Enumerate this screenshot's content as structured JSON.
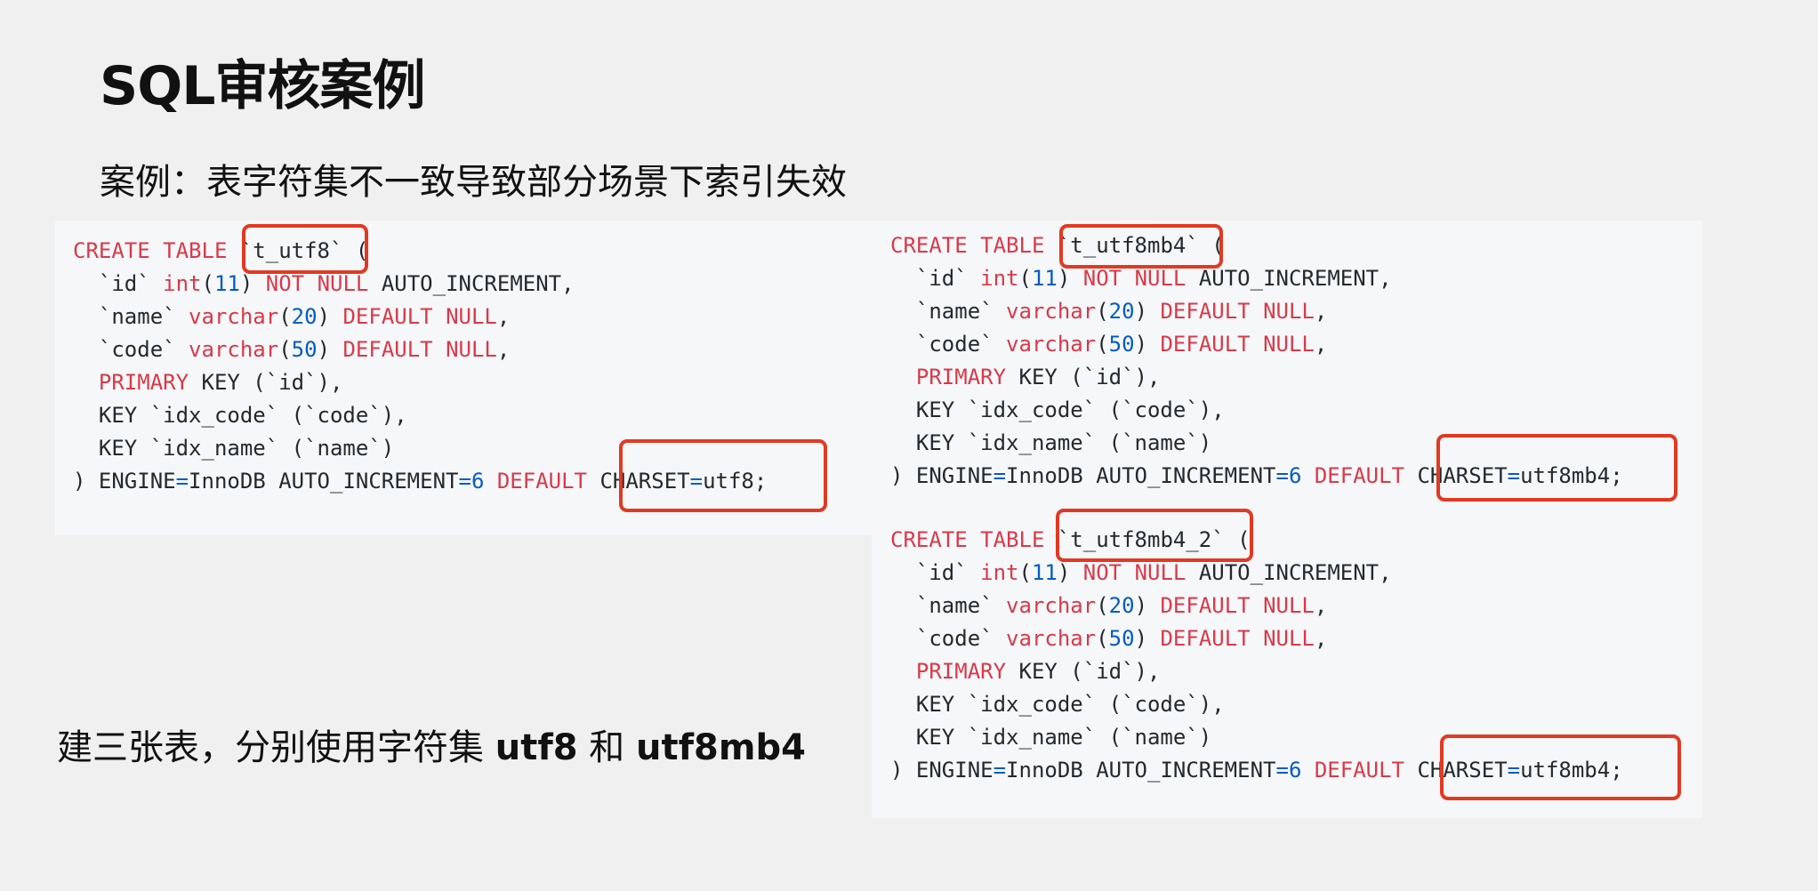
{
  "slide": {
    "title": "SQL审核案例",
    "subtitle": "案例：表字符集不一致导致部分场景下索引失效",
    "note": {
      "prefix": "建三张表，分别使用字符集 ",
      "charset_a": "utf8",
      "join": " 和 ",
      "charset_b": "utf8mb4"
    }
  },
  "code_blocks": [
    {
      "table_name": "`t_utf8`",
      "charset": "utf8",
      "lines": {
        "kw_create": "CREATE TABLE",
        "open": " (",
        "id_col": "  `id` ",
        "id_type": "int",
        "id_len": "11",
        "id_notnull": "NOT NULL",
        "id_rest": " AUTO_INCREMENT,",
        "name_col": "  `name` ",
        "name_type": "varchar",
        "name_len": "20",
        "name_default": "DEFAULT NULL",
        "code_col": "  `code` ",
        "code_type": "varchar",
        "code_len": "50",
        "code_default": "DEFAULT NULL",
        "pk_kw": "PRIMARY",
        "pk_rest": " KEY (`id`),",
        "key_code": "  KEY `idx_code` (`code`),",
        "key_name": "  KEY `idx_name` (`name`)",
        "engine_pre": ") ENGINE",
        "engine_val": "InnoDB AUTO_INCREMENT",
        "auto_val": "6",
        "default_kw": "DEFAULT",
        "charset_kw": "CHARSET"
      }
    },
    {
      "table_name": "`t_utf8mb4`",
      "charset": "utf8mb4",
      "lines": {
        "kw_create": "CREATE TABLE",
        "open": " (",
        "id_col": "  `id` ",
        "id_type": "int",
        "id_len": "11",
        "id_notnull": "NOT NULL",
        "id_rest": " AUTO_INCREMENT,",
        "name_col": "  `name` ",
        "name_type": "varchar",
        "name_len": "20",
        "name_default": "DEFAULT NULL",
        "code_col": "  `code` ",
        "code_type": "varchar",
        "code_len": "50",
        "code_default": "DEFAULT NULL",
        "pk_kw": "PRIMARY",
        "pk_rest": " KEY (`id`),",
        "key_code": "  KEY `idx_code` (`code`),",
        "key_name": "  KEY `idx_name` (`name`)",
        "engine_pre": ") ENGINE",
        "engine_val": "InnoDB AUTO_INCREMENT",
        "auto_val": "6",
        "default_kw": "DEFAULT",
        "charset_kw": "CHARSET"
      }
    },
    {
      "table_name": "`t_utf8mb4_2`",
      "charset": "utf8mb4",
      "lines": {
        "kw_create": "CREATE TABLE",
        "open": " (",
        "id_col": "  `id` ",
        "id_type": "int",
        "id_len": "11",
        "id_notnull": "NOT NULL",
        "id_rest": " AUTO_INCREMENT,",
        "name_col": "  `name` ",
        "name_type": "varchar",
        "name_len": "20",
        "name_default": "DEFAULT NULL",
        "code_col": "  `code` ",
        "code_type": "varchar",
        "code_len": "50",
        "code_default": "DEFAULT NULL",
        "pk_kw": "PRIMARY",
        "pk_rest": " KEY (`id`),",
        "key_code": "  KEY `idx_code` (`code`),",
        "key_name": "  KEY `idx_name` (`name`)",
        "engine_pre": ") ENGINE",
        "engine_val": "InnoDB AUTO_INCREMENT",
        "auto_val": "6",
        "default_kw": "DEFAULT",
        "charset_kw": "CHARSET"
      }
    }
  ],
  "colors": {
    "keyword": "#d73a49",
    "number": "#005cc5",
    "text": "#24292e",
    "highlight_box": "#e03a22",
    "panel_bg": "#f6f7f9",
    "slide_bg": "#f0f0f0"
  }
}
